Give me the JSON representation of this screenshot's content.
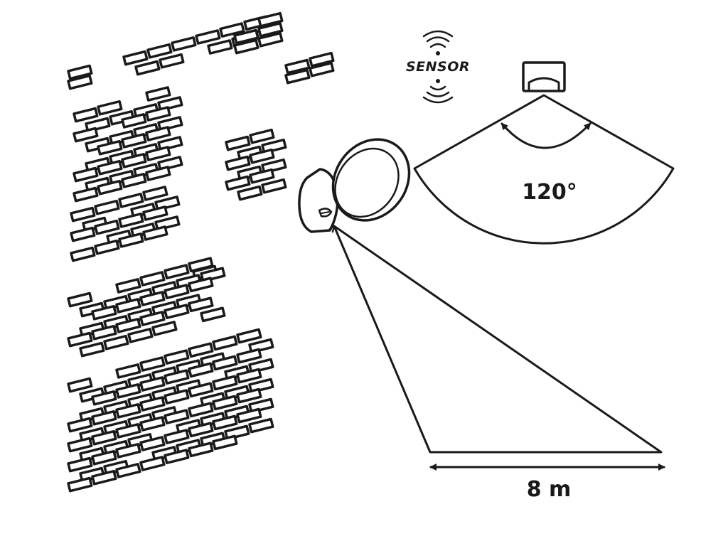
{
  "labels": {
    "sensor": "SENSOR",
    "angle": "120°",
    "distance": "8 m"
  },
  "colors": {
    "ink": "#1a1a1a",
    "background": "#ffffff"
  },
  "icons": [
    "wifi-wave-icon",
    "motion-sensor-icon",
    "spotlight-lamp-icon",
    "brick-wall-icon"
  ],
  "detection": {
    "angle_deg": 120,
    "range_m": 8
  }
}
